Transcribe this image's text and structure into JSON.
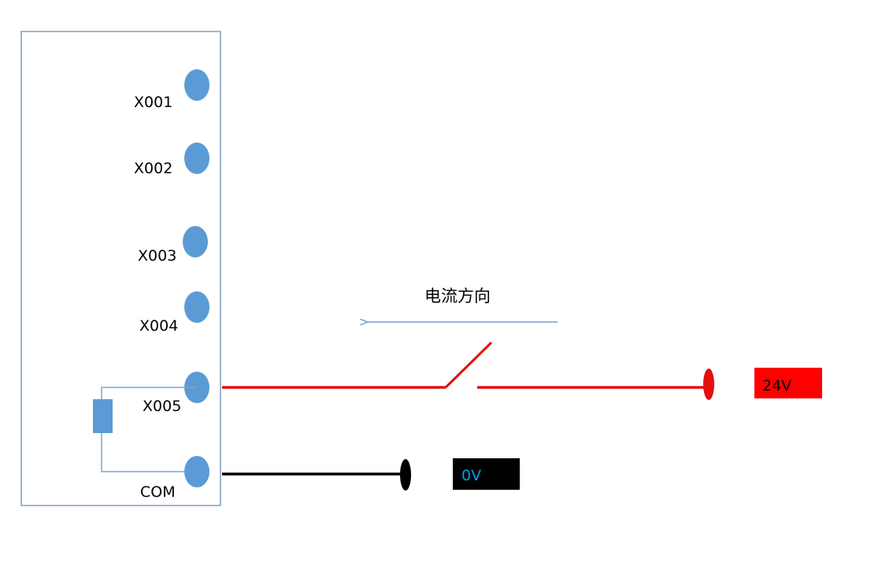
{
  "terminals": [
    {
      "id": "x001",
      "label": "X001"
    },
    {
      "id": "x002",
      "label": "X002"
    },
    {
      "id": "x003",
      "label": "X003"
    },
    {
      "id": "x004",
      "label": "X004"
    },
    {
      "id": "x005",
      "label": "X005"
    },
    {
      "id": "com",
      "label": "COM"
    }
  ],
  "current_direction": {
    "label": "电流方向"
  },
  "supplies": {
    "positive": {
      "label": "24V",
      "color": "#ff0000",
      "text_color": "#000000"
    },
    "negative": {
      "label": "0V",
      "color": "#000000",
      "text_color": "#00a2e8"
    }
  },
  "colors": {
    "terminal": "#5b9bd5",
    "module_border": "#7f9fc4",
    "arrow": "#6fa0d8",
    "positive_wire": "#e31010",
    "negative_wire": "#000000",
    "internal_wire": "#7fa4cf",
    "internal_component": "#5b9bd5"
  }
}
